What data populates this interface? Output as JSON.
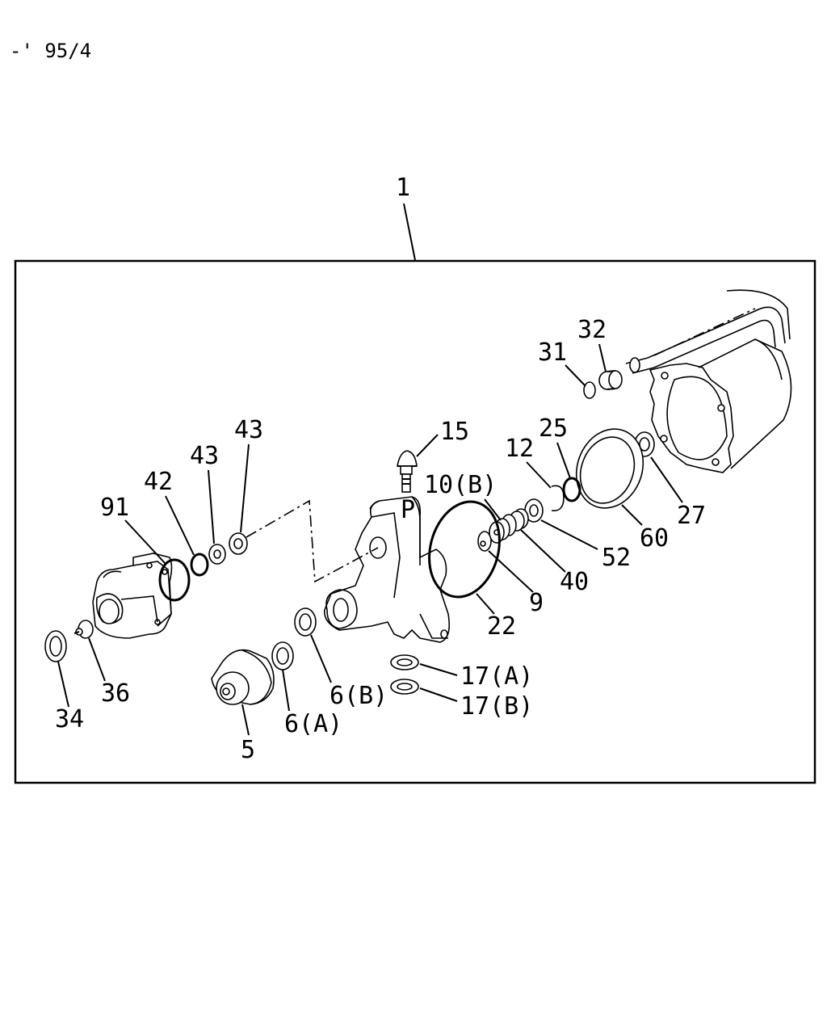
{
  "header": {
    "code": "-' 95/4"
  },
  "callouts": {
    "c1": "1",
    "c15": "15",
    "c31": "31",
    "c32": "32",
    "c25": "25",
    "c12": "12",
    "c10b": "10(B)",
    "c43a": "43",
    "c43b": "43",
    "c42": "42",
    "c91": "91",
    "c27": "27",
    "c60": "60",
    "c52": "52",
    "c40": "40",
    "c9": "9",
    "c22": "22",
    "c17a": "17(A)",
    "c17b": "17(B)",
    "c6b": "6(B)",
    "c6a": "6(A)",
    "c5": "5",
    "c34": "34",
    "c36": "36",
    "port_p": "P"
  }
}
